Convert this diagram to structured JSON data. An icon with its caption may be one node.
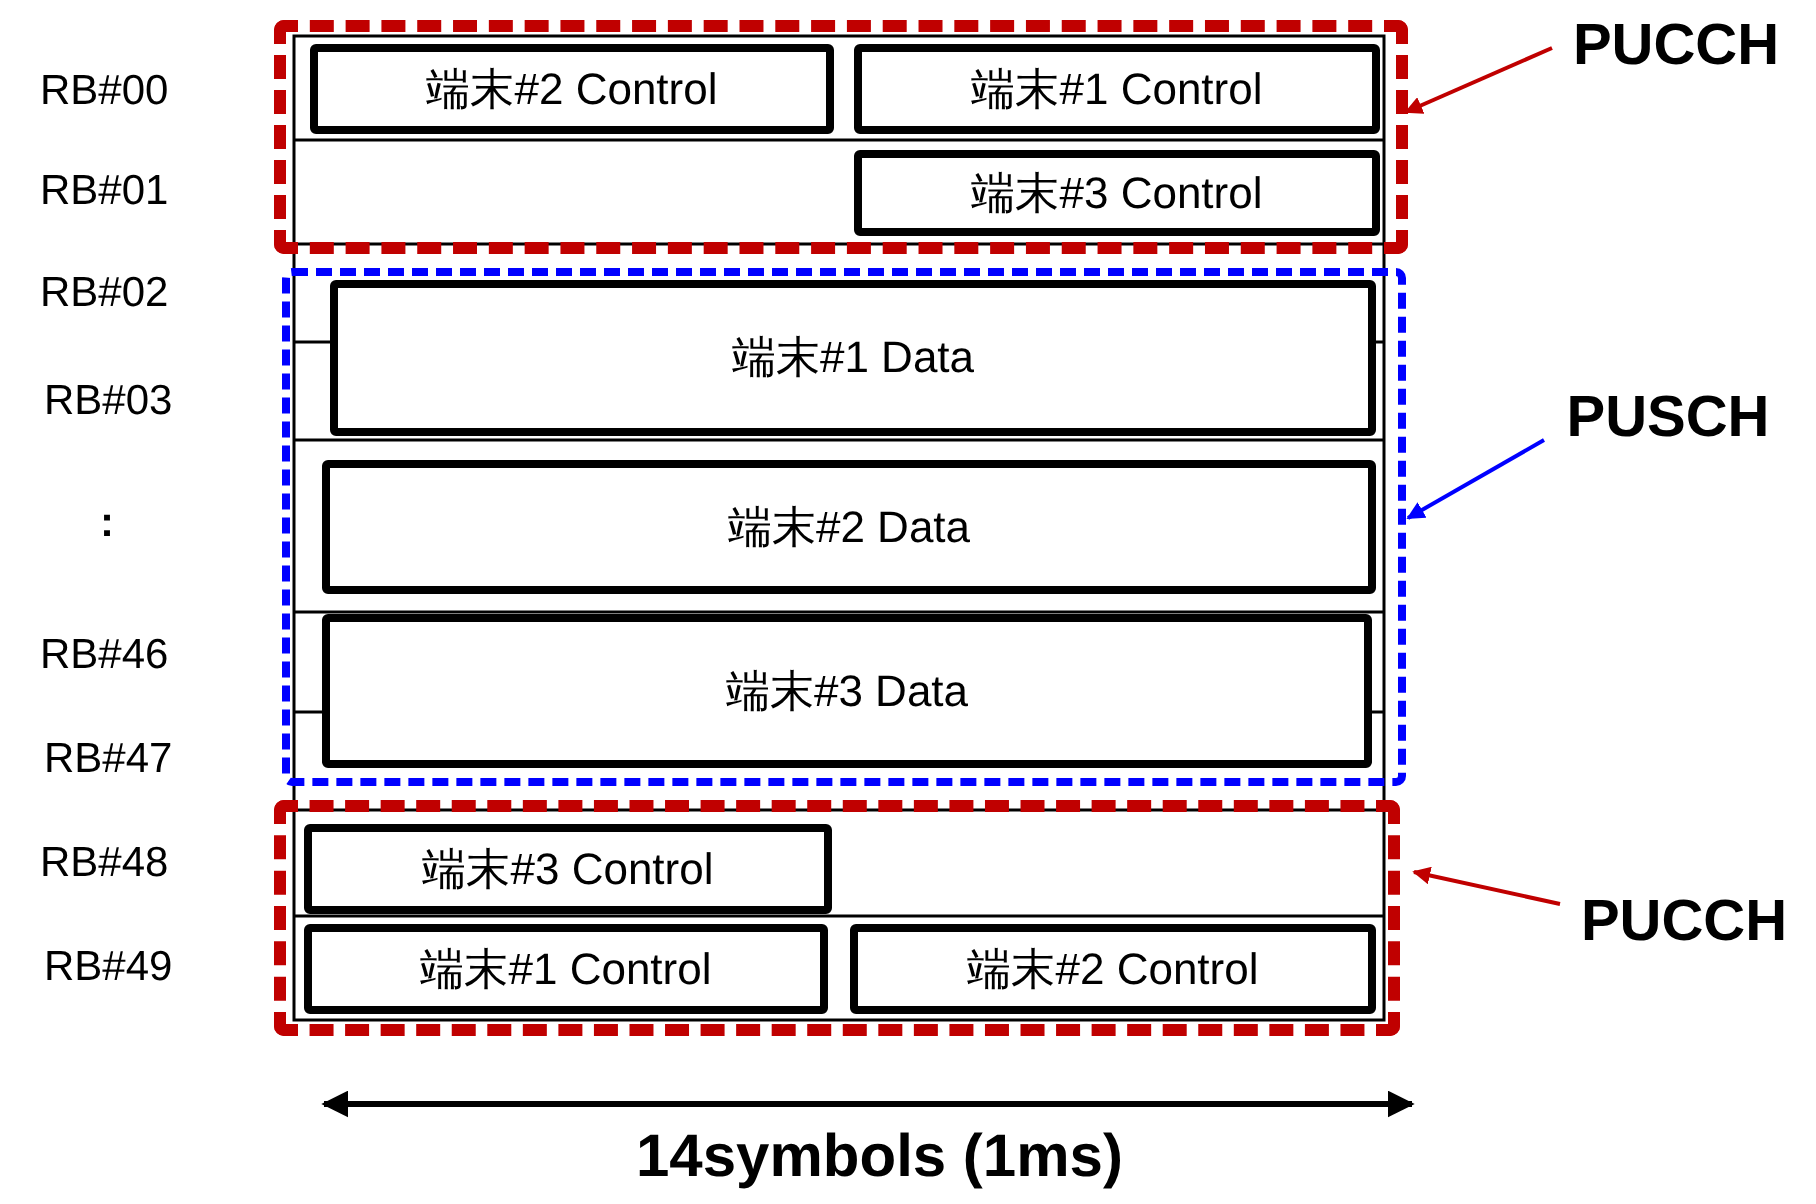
{
  "diagram": {
    "nodes": [
      {
        "text": [],
        "shape": "box"
      },
      {
        "text": [
          "端末#2 Control"
        ],
        "in": 0
      },
      {
        "text": [
          "端末#1 Control"
        ],
        "in": 0
      },
      {
        "text": [
          "端末#3 Control"
        ],
        "in": 0
      },
      {
        "text": [],
        "shape": "box"
      },
      {
        "text": [
          "端末#1 Data"
        ],
        "in": 4
      },
      {
        "text": [
          "端末#2 Data"
        ],
        "in": 4
      },
      {
        "text": [
          "端末#3 Data"
        ],
        "in": 4
      },
      {
        "text": [],
        "shape": "box"
      },
      {
        "text": [
          "端末#3 Control"
        ],
        "in": 8
      },
      {
        "text": [
          "端末#1 Control"
        ],
        "in": 8
      },
      {
        "text": [
          "端末#2 Control"
        ],
        "in": 8
      },
      {
        "text": [
          "PUCCH"
        ]
      },
      {
        "text": [
          "PUSCH"
        ]
      },
      {
        "text": [
          "PUCCH"
        ]
      }
    ],
    "edges": [
      {
        "from": 12,
        "to": 0,
        "arrow": "to"
      },
      {
        "from": 13,
        "to": 4,
        "arrow": "to",
        "color": "#0000ff"
      },
      {
        "from": 14,
        "to": 8,
        "arrow": "to"
      }
    ],
    "labels": [
      "RB#00",
      "RB#01",
      "RB#02",
      "RB#03",
      ":",
      "RB#46",
      "RB#47",
      "RB#48",
      "RB#49",
      "14symbols (1ms)"
    ]
  }
}
